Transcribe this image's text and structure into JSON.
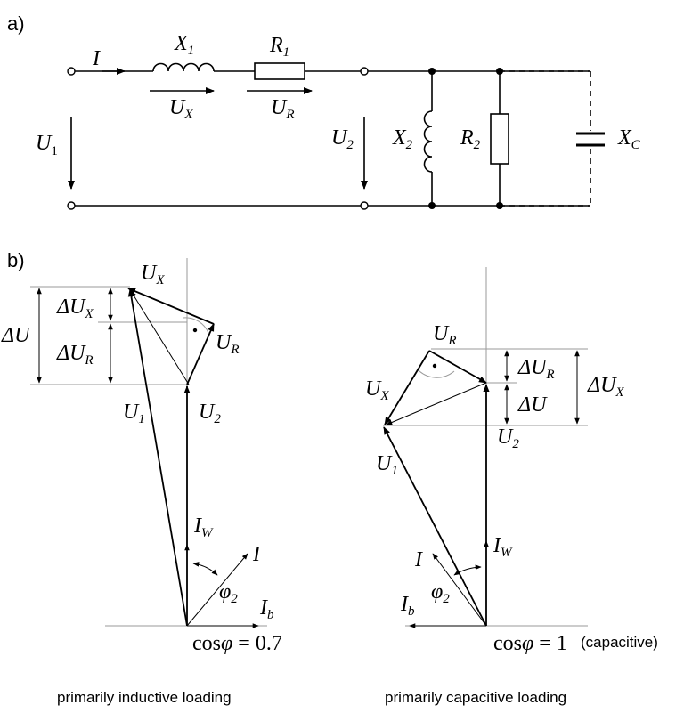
{
  "panel_a": {
    "label": "a)",
    "current": "I",
    "x1": {
      "main": "X",
      "sub": "1"
    },
    "r1": {
      "main": "R",
      "sub": "1"
    },
    "ux": {
      "main": "U",
      "sub": "X"
    },
    "ur": {
      "main": "U",
      "sub": "R"
    },
    "u1": {
      "main": "U",
      "sub": "1"
    },
    "u2": {
      "main": "U",
      "sub": "2"
    },
    "x2": {
      "main": "X",
      "sub": "2"
    },
    "r2": {
      "main": "R",
      "sub": "2"
    },
    "xc": {
      "main": "X",
      "sub": "C"
    }
  },
  "panel_b": {
    "label": "b)",
    "inductive": {
      "ux": {
        "main": "U",
        "sub": "X"
      },
      "ur": {
        "main": "U",
        "sub": "R"
      },
      "u1": {
        "main": "U",
        "sub": "1"
      },
      "u2": {
        "main": "U",
        "sub": "2"
      },
      "du": "ΔU",
      "dux": {
        "main": "ΔU",
        "sub": "X"
      },
      "dur": {
        "main": "ΔU",
        "sub": "R"
      },
      "iw": {
        "main": "I",
        "sub": "W"
      },
      "i": "I",
      "ib": {
        "main": "I",
        "sub": "b"
      },
      "phi": {
        "main": "φ",
        "sub": "2"
      },
      "cos_prefix": "cos",
      "cos_phi": "φ",
      "cos_value": " = 0.7",
      "caption": "primarily inductive loading"
    },
    "capacitive": {
      "ur": {
        "main": "U",
        "sub": "R"
      },
      "ux": {
        "main": "U",
        "sub": "X"
      },
      "u1": {
        "main": "U",
        "sub": "1"
      },
      "u2": {
        "main": "U",
        "sub": "2"
      },
      "dur": {
        "main": "ΔU",
        "sub": "R"
      },
      "du": "ΔU",
      "dux": {
        "main": "ΔU",
        "sub": "X"
      },
      "iw": {
        "main": "I",
        "sub": "W"
      },
      "i": "I",
      "ib": {
        "main": "I",
        "sub": "b"
      },
      "phi": {
        "main": "φ",
        "sub": "2"
      },
      "cos_prefix": "cos",
      "cos_phi": "φ",
      "cos_value": " = 1",
      "cos_note": "(capacitive)",
      "caption": "primarily capacitive loading"
    }
  }
}
